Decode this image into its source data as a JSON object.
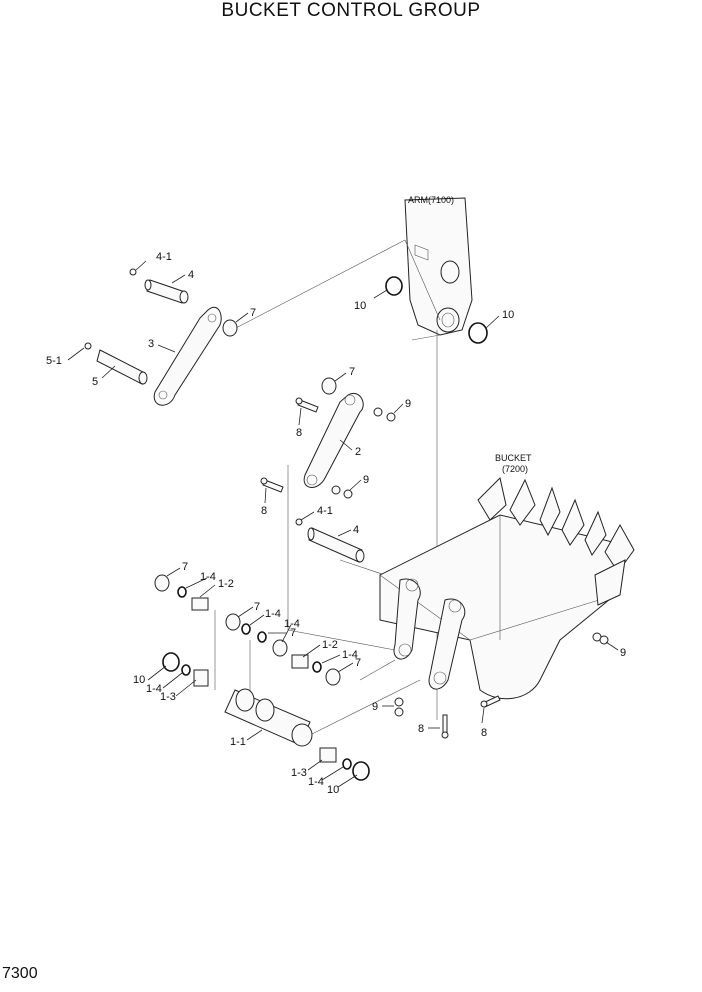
{
  "title": "BUCKET CONTROL GROUP",
  "page_number": "7300",
  "refs": {
    "arm": "ARM(7100)",
    "bucket_l1": "BUCKET",
    "bucket_l2": "(7200)"
  },
  "callouts": [
    "4-1",
    "4",
    "7",
    "3",
    "5-1",
    "5",
    "10",
    "10",
    "7",
    "9",
    "8",
    "2",
    "8",
    "9",
    "4-1",
    "4",
    "7",
    "1-4",
    "1-2",
    "7",
    "1-4",
    "7",
    "1-4",
    "1-2",
    "1-4",
    "7",
    "10",
    "1-4",
    "1-3",
    "1-1",
    "9",
    "8",
    "8",
    "9",
    "1-3",
    "1-4",
    "10"
  ]
}
